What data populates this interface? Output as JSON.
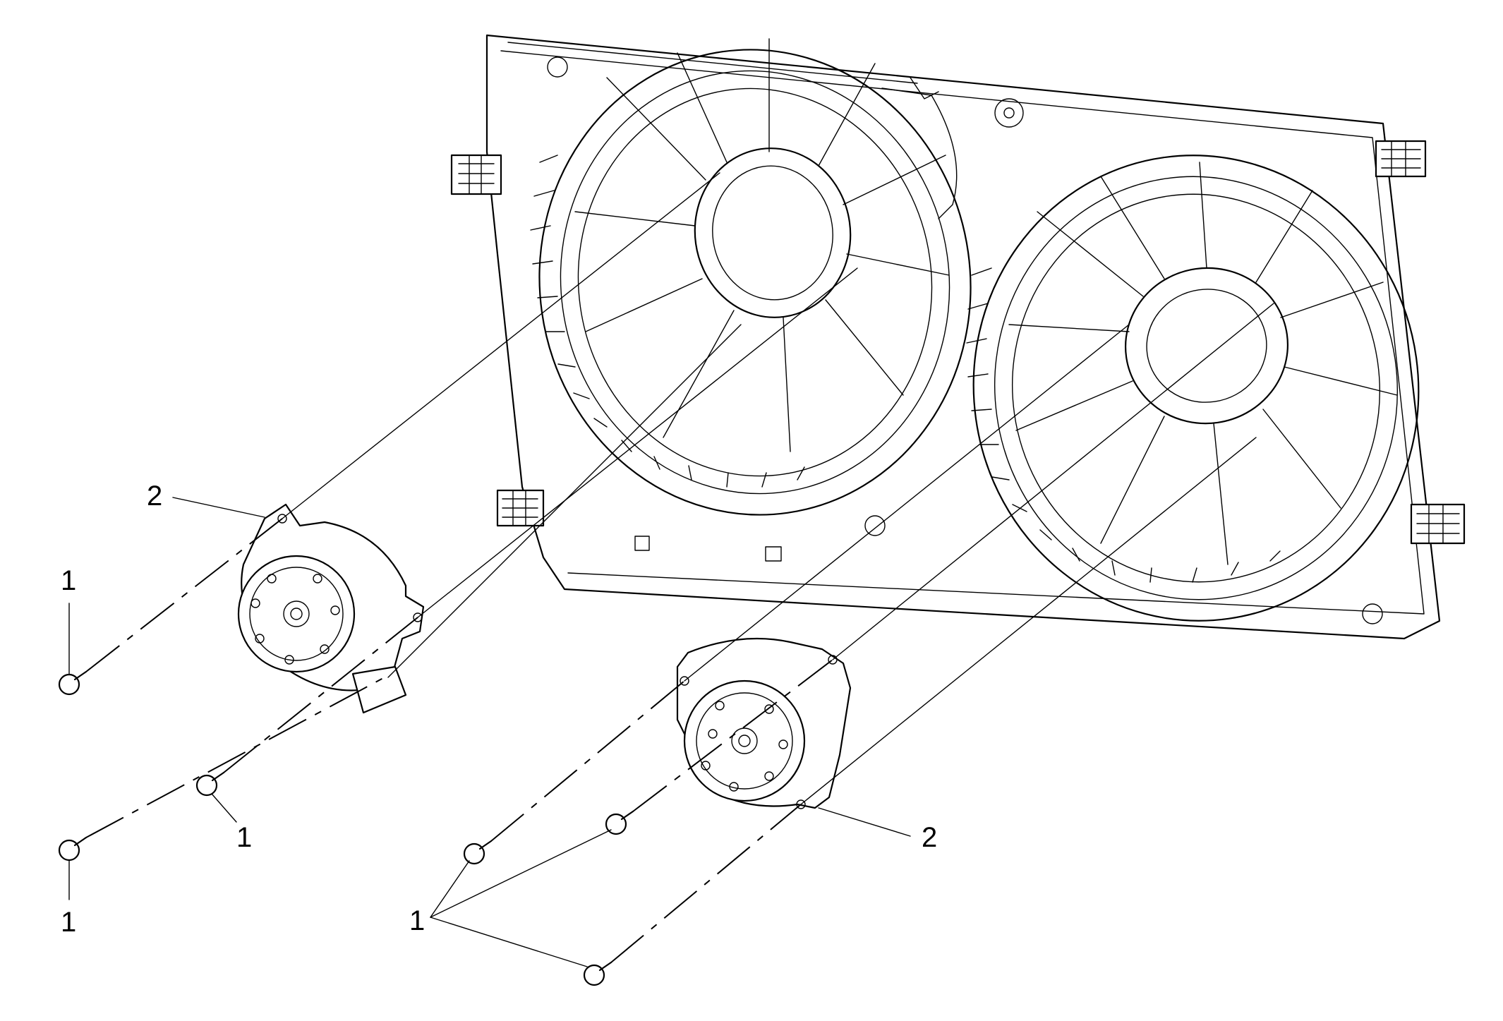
{
  "callouts": {
    "bolt_a": "1",
    "bolt_b": "1",
    "bolt_c": "1",
    "bolt_d": "1",
    "motor_left": "2",
    "motor_right": "2"
  }
}
